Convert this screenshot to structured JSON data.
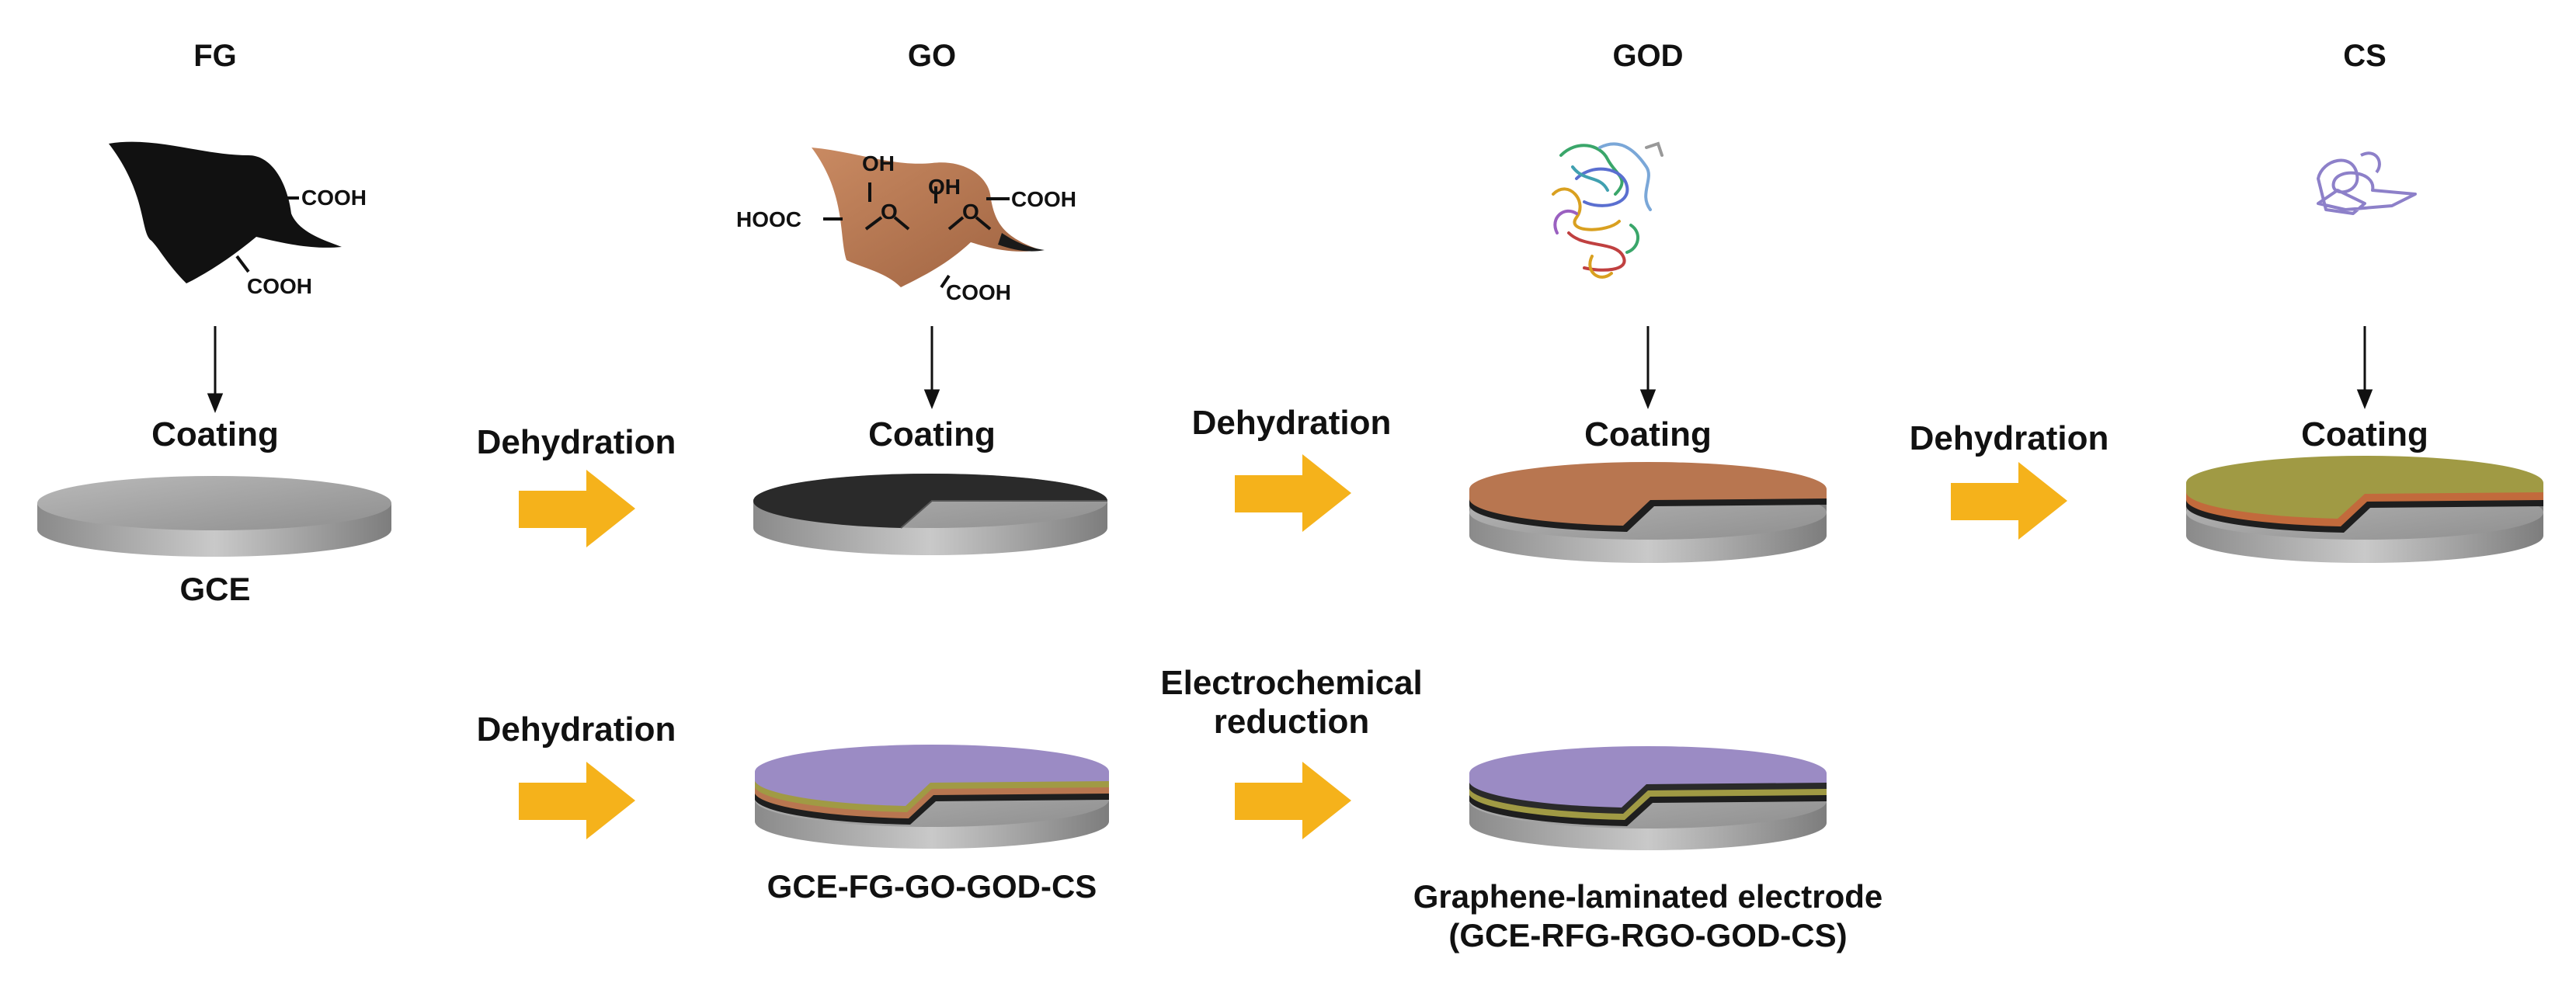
{
  "components": {
    "fg": "FG",
    "go": "GO",
    "god": "GOD",
    "cs": "CS"
  },
  "functional_groups": {
    "cooh": "COOH",
    "hooc": "HOOC",
    "oh": "OH",
    "o": "O"
  },
  "steps": {
    "coating": "Coating",
    "dehydration": "Dehydration",
    "electrochemical_reduction_line1": "Electrochemical",
    "electrochemical_reduction_line2": "reduction"
  },
  "electrodes": {
    "gce": "GCE",
    "intermediate": "GCE-FG-GO-GOD-CS",
    "final_line1": "Graphene-laminated electrode",
    "final_line2": "(GCE-RFG-RGO-GOD-CS)"
  },
  "colors": {
    "arrow": "#F5B21B",
    "disk_gray": "#9a9a9a",
    "fg_layer": "#2a2a2a",
    "go_layer": "#B87650",
    "god_layer": "#C26A3C",
    "cs_layer": "#A09A44",
    "cs_final_top": "#9B8BC4"
  }
}
